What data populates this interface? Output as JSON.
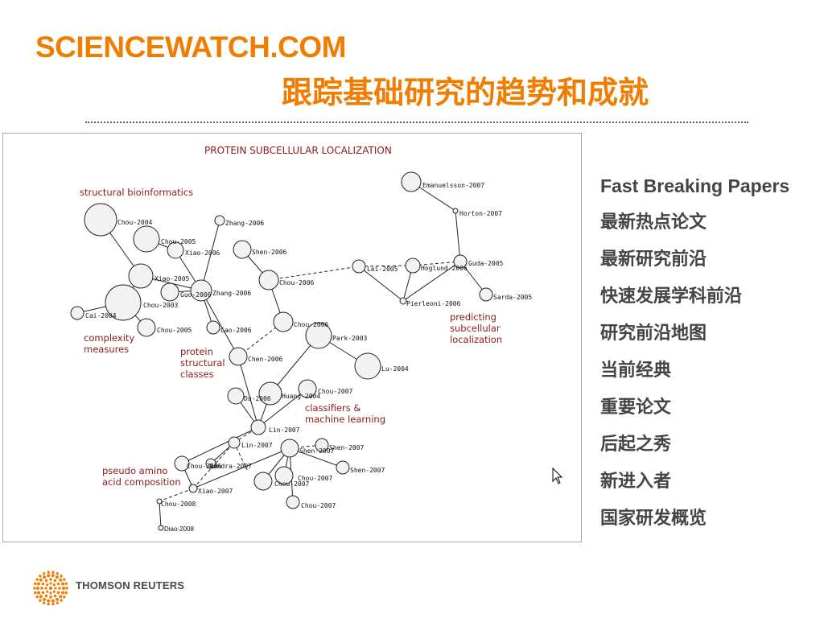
{
  "header": {
    "site_title": "SCIENCEWATCH.COM",
    "subtitle": "跟踪基础研究的趋势和成就"
  },
  "colors": {
    "accent": "#f07c00",
    "cluster_label": "#8b1a1a",
    "menu_text": "#444444"
  },
  "diagram": {
    "title": "PROTEIN SUBCELLULAR LOCALIZATION",
    "cluster_labels": [
      {
        "id": "structural-bioinformatics",
        "text": "structural bioinformatics"
      },
      {
        "id": "complexity-measures",
        "text": "complexity\nmeasures"
      },
      {
        "id": "protein-structural-classes",
        "text": "protein\nstructural\nclasses"
      },
      {
        "id": "predicting-subcellular-localization",
        "text": "predicting\nsubcellular\nlocalization"
      },
      {
        "id": "classifiers-machine-learning",
        "text": "classifiers &\nmachine learning"
      },
      {
        "id": "pseudo-amino-acid-composition",
        "text": "pseudo amino\nacid composition"
      }
    ],
    "node_labels": [
      "Chou-2004",
      "Chou-2005",
      "Xiao-2006",
      "Zhang-2006",
      "Shen-2006",
      "Xiao-2005",
      "Guo-2006",
      "Zhang-2006",
      "Chou-2003",
      "Chou-2006",
      "Emanuelsson-2007",
      "Horton-2007",
      "Lei-2005",
      "Hoglund-2006",
      "Guda-2005",
      "Pierleoni-2006",
      "Sarda-2005",
      "Cai-2004",
      "Chou-2005",
      "Cao-2006",
      "Chou-2006",
      "Park-2003",
      "Chen-2006",
      "Lu-2004",
      "Chou-2007",
      "Du-2006",
      "Huang-2004",
      "Lin-2007",
      "Lin-2007",
      "Shen-2007",
      "Shen-2007",
      "Chou-2006",
      "Nandra-2007",
      "Chou-2007",
      "Chou-2007",
      "Shen-2007",
      "Xiao-2007",
      "Chou-2008",
      "Chou-2007",
      "Diao-2008"
    ]
  },
  "menu": {
    "items": [
      "Fast Breaking Papers",
      "最新热点论文",
      "最新研究前沿",
      "快速发展学科前沿",
      "研究前沿地图",
      "当前经典",
      "重要论文",
      "后起之秀",
      "新进入者",
      "国家研发概览"
    ]
  },
  "footer": {
    "logo_text": "THOMSON REUTERS"
  }
}
